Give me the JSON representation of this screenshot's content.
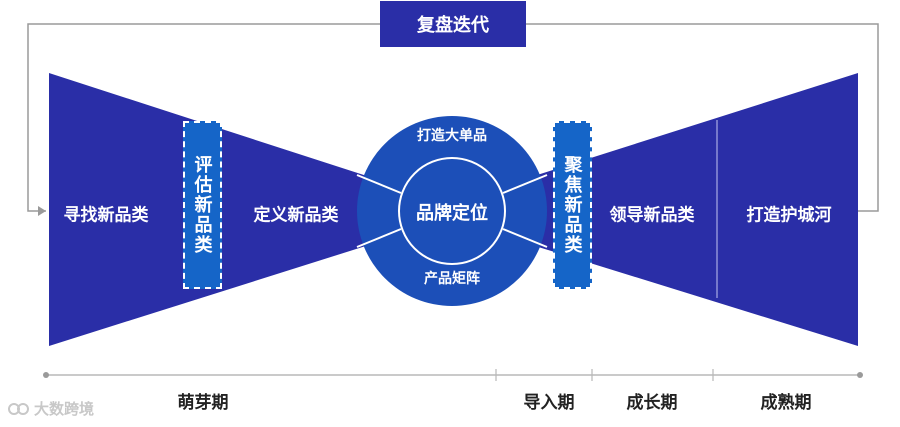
{
  "top_banner": "复盘迭代",
  "left_funnel": {
    "outer_label": "寻找新品类",
    "box_label": "评估新品类",
    "inner_label": "定义新品类"
  },
  "center": {
    "top_label": "打造大单品",
    "core_label": "品牌定位",
    "bottom_label": "产品矩阵"
  },
  "right_funnel": {
    "box_label": "聚焦新品类",
    "inner_label": "领导新品类",
    "outer_label": "打造护城河"
  },
  "phases": [
    "萌芽期",
    "导入期",
    "成长期",
    "成熟期"
  ],
  "watermark": "大数跨境",
  "colors": {
    "funnel": "#2a2ea7",
    "circle": "#1c4fb8",
    "box": "#1565c8",
    "banner": "#2a2ea7",
    "loop_line": "#9a9a9a",
    "timeline": "#b8b8b8"
  }
}
